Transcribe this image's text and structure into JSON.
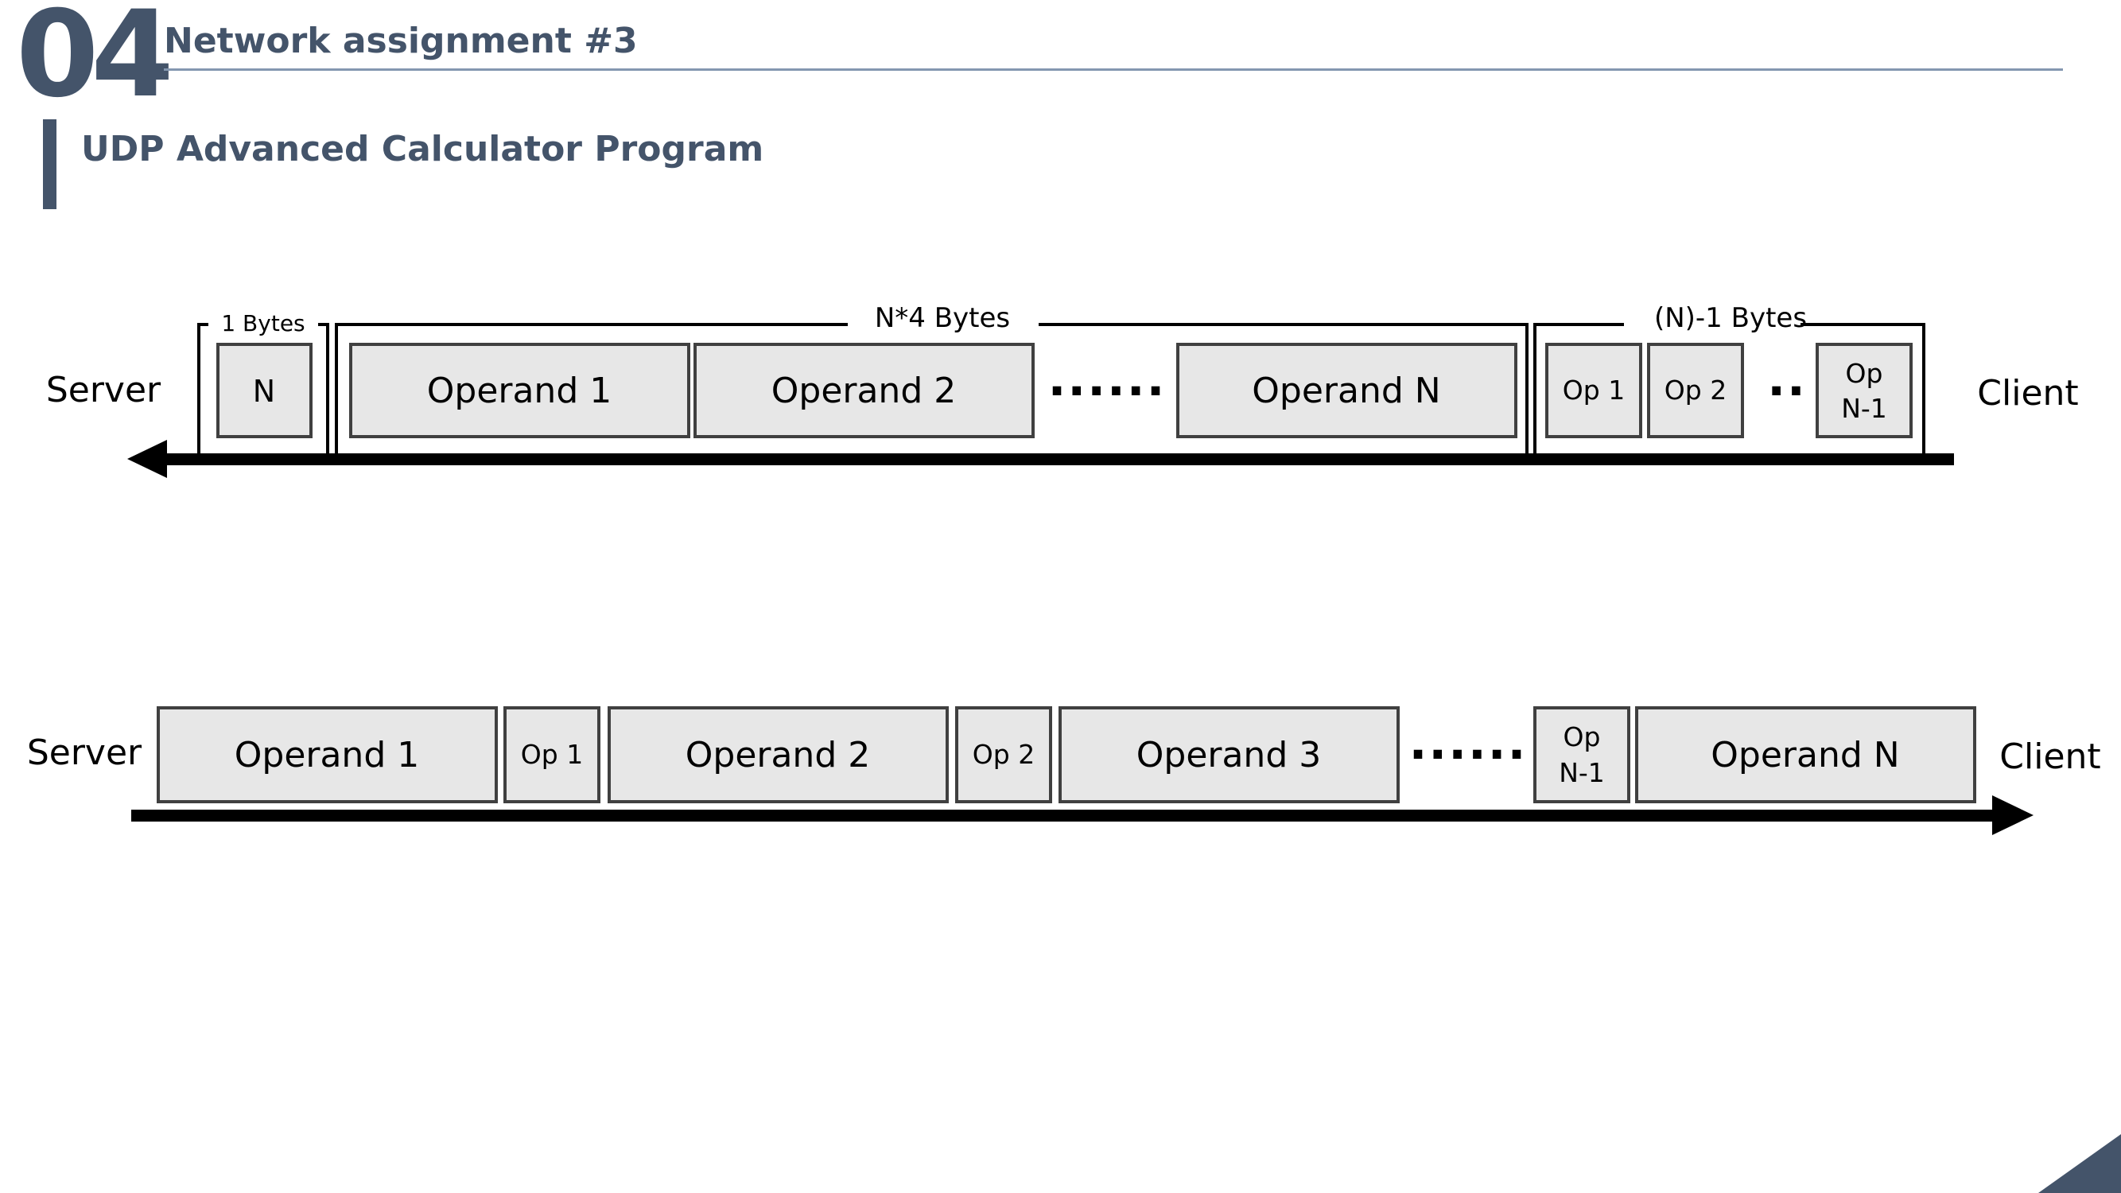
{
  "header": {
    "section_number": "04",
    "title": "Network assignment #3",
    "subtitle": "UDP Advanced Calculator Program"
  },
  "top_diagram": {
    "left_label": "Server",
    "right_label": "Client",
    "groups": {
      "n_size": "1 Bytes",
      "operands_size": "N*4 Bytes",
      "ops_size": "(N)-1 Bytes"
    },
    "n_box": "N",
    "operands": [
      "Operand 1",
      "Operand 2",
      "Operand N"
    ],
    "ops": [
      "Op 1",
      "Op 2",
      "Op",
      "N-1"
    ],
    "ellipsis": "......",
    "ellipsis_short": ".."
  },
  "bottom_diagram": {
    "left_label": "Server",
    "right_label": "Client",
    "items": [
      "Operand 1",
      "Op 1",
      "Operand 2",
      "Op 2",
      "Operand 3",
      "Op",
      "N-1",
      "Operand N"
    ],
    "ellipsis": "......"
  },
  "colors": {
    "accent": "#44546A",
    "rule": "#8497B0",
    "box_fill": "#E7E7E7",
    "arrow": "#000000"
  }
}
